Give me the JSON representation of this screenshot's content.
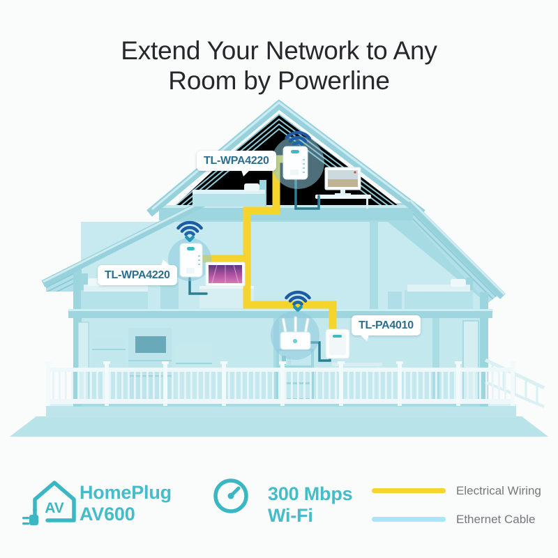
{
  "title": {
    "lines": [
      "Extend Your Network to Any",
      "Room by Powerline"
    ]
  },
  "diagram": {
    "labels": {
      "attic_device": "TL-WPA4220",
      "middle_device": "TL-WPA4220",
      "ground_device": "TL-PA4010"
    },
    "icons": [
      "wifi-signal-icon"
    ],
    "devices": [
      "powerline-extender-attic",
      "powerline-extender-middle",
      "wireless-router",
      "powerline-adapter-ground"
    ]
  },
  "features": [
    {
      "icon": "homeplug-av600-icon",
      "badge": "AV",
      "lines": [
        "HomePlug",
        "AV600"
      ]
    },
    {
      "icon": "speedometer-icon",
      "lines": [
        "300 Mbps",
        "Wi-Fi"
      ]
    }
  ],
  "legend": [
    {
      "label": "Electrical Wiring",
      "color": "#f6d42e"
    },
    {
      "label": "Ethernet Cable",
      "color": "#a5e8f7"
    }
  ],
  "colors": {
    "title_text": "#26272b",
    "brand_teal": "#45bcca",
    "wiring_yellow": "#f6d42e",
    "ethernet_cyan": "#a5e8f7",
    "ethernet_cable_dark": "#2c7f92",
    "wifi_blue": "#1d5ca3",
    "house_body": "#a7dbe3",
    "house_interior": "#c6eaef",
    "bubble_text": "#2a6e91",
    "legend_text": "#75777b"
  }
}
